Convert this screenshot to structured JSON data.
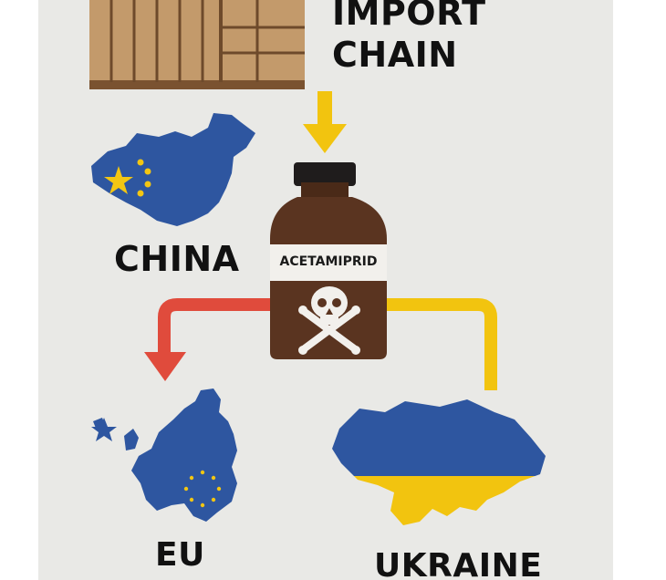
{
  "title": {
    "line1": "IMPORT",
    "line2": "CHAIN"
  },
  "nodes": {
    "china": "CHINA",
    "bottle": "ACETAMIPRID",
    "eu": "EU",
    "ukraine": "UKRAINE"
  },
  "colors": {
    "background": "#e9e9e6",
    "crate": "#c39a6b",
    "bottle": "#5a3420",
    "china_map": "#2e56a0",
    "star": "#f3c613",
    "arrow_yellow": "#f2c40f",
    "arrow_red": "#e04b3c",
    "ukraine_blue": "#2e56a0",
    "ukraine_yellow": "#f2c40f"
  },
  "icons": [
    "crate-icon",
    "arrow-down-icon",
    "china-map-icon",
    "poison-bottle-icon",
    "skull-crossbones-icon",
    "eu-map-icon",
    "ukraine-map-icon"
  ]
}
